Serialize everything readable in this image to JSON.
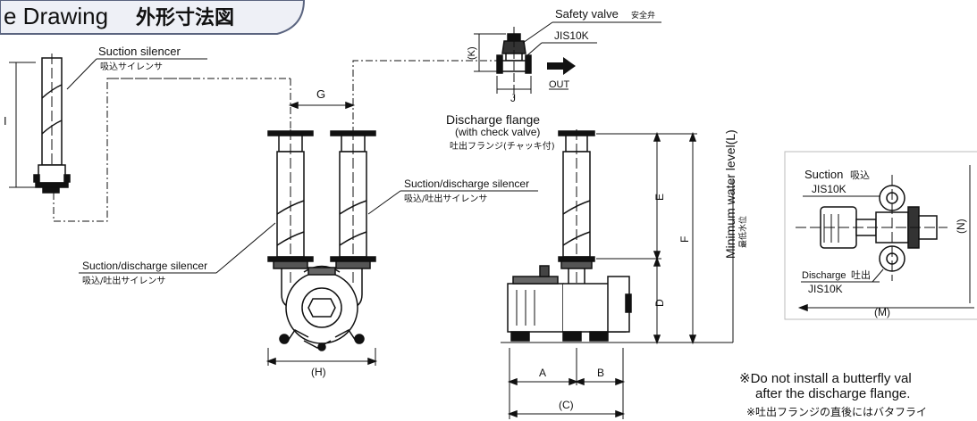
{
  "header": {
    "title_en": "e Drawing",
    "title_jp": "外形寸法図"
  },
  "labels": {
    "safety_valve": "Safety valve",
    "safety_valve_jp": "安全弁",
    "jis_top": "JIS10K",
    "out": "OUT",
    "k": "(K)",
    "j": "J",
    "suction_silencer": "Suction silencer",
    "suction_silencer_jp": "吸込サイレンサ",
    "i": "I",
    "g": "G",
    "discharge_flange": "Discharge flange",
    "with_check_valve": "(with check valve)",
    "discharge_flange_jp": "吐出フランジ(チャッキ付)",
    "sd_silencer_right": "Suction/discharge silencer",
    "sd_silencer_right_jp": "吸込/吐出サイレンサ",
    "sd_silencer_left": "Suction/discharge silencer",
    "sd_silencer_left_jp": "吸込/吐出サイレンサ",
    "h": "(H)",
    "e": "E",
    "f": "F",
    "d": "D",
    "a": "A",
    "b": "B",
    "c": "(C)",
    "min_water_level": "Minimum water level(L)",
    "min_water_level_jp": "最低水位",
    "suction_box": "Suction",
    "suction_box_jp": "吸込",
    "jis_box_top": "JIS10K",
    "discharge_box": "Discharge",
    "discharge_box_jp": "吐出",
    "jis_box_bottom": "JIS10K",
    "n": "(N)",
    "m": "(M)"
  },
  "note": {
    "en_line1": "※Do not install a butterfly val",
    "en_line2": "after the discharge flange.",
    "jp_line": "※吐出フランジの直後にはバタフライ"
  }
}
